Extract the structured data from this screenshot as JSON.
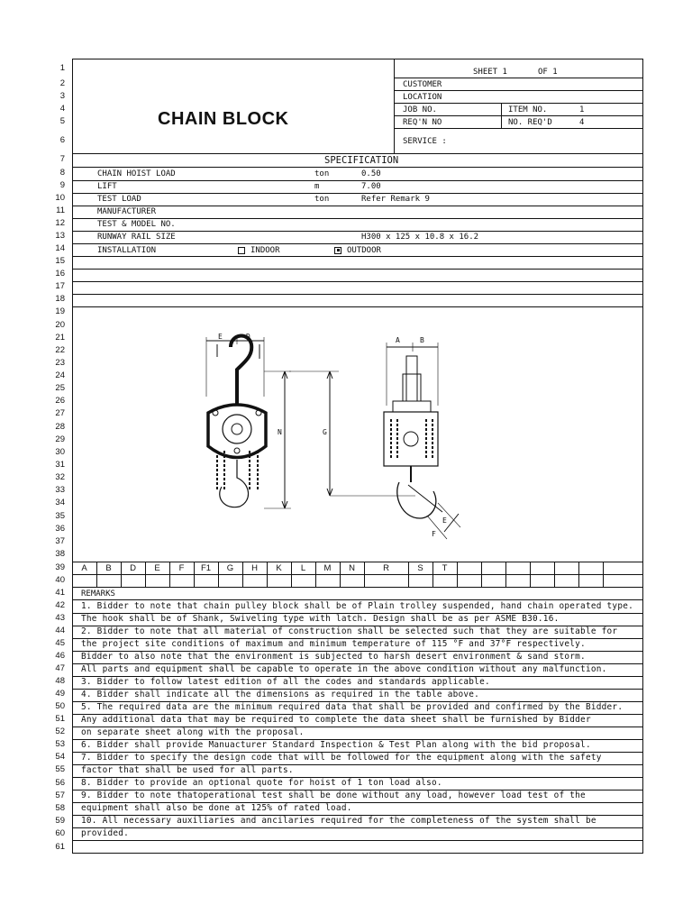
{
  "line_numbers": [
    "1",
    "2",
    "3",
    "4",
    "5",
    "6",
    "7",
    "8",
    "9",
    "10",
    "11",
    "12",
    "13",
    "14",
    "15",
    "16",
    "17",
    "18",
    "19",
    "20",
    "21",
    "22",
    "23",
    "24",
    "25",
    "26",
    "27",
    "28",
    "29",
    "30",
    "31",
    "32",
    "33",
    "34",
    "35",
    "36",
    "37",
    "38",
    "39",
    "40",
    "41",
    "42",
    "43",
    "44",
    "45",
    "46",
    "47",
    "48",
    "49",
    "50",
    "51",
    "52",
    "53",
    "54",
    "55",
    "56",
    "57",
    "58",
    "59",
    "60",
    "61"
  ],
  "header": {
    "title": "CHAIN  BLOCK",
    "sheet_label": "SHEET 1",
    "of_label": "OF  1",
    "customer_label": "CUSTOMER",
    "location_label": "LOCATION",
    "job_no_label": "JOB NO.",
    "item_no_label": "ITEM NO.",
    "item_no_value": "1",
    "reqn_no_label": "REQ'N NO",
    "no_reqd_label": "NO. REQ'D",
    "no_reqd_value": "4",
    "service_label": "SERVICE   :"
  },
  "specification": {
    "heading": "SPECIFICATION",
    "rows": [
      {
        "label": "CHAIN HOIST LOAD",
        "unit": "ton",
        "value": "0.50"
      },
      {
        "label": "LIFT",
        "unit": "m",
        "value": "7.00"
      },
      {
        "label": "TEST LOAD",
        "unit": "ton",
        "value": "Refer Remark 9"
      },
      {
        "label": "MANUFACTURER",
        "unit": "",
        "value": ""
      },
      {
        "label": "TEST & MODEL NO.",
        "unit": "",
        "value": ""
      },
      {
        "label": "RUNWAY RAIL SIZE",
        "unit": "",
        "value": "H300 x 125 x 10.8 x 16.2"
      }
    ],
    "installation_label": "INSTALLATION",
    "indoor_label": "INDOOR",
    "outdoor_label": "OUTDOOR",
    "indoor_checked": false,
    "outdoor_checked": true
  },
  "drawing_labels": {
    "front_top_left": "E",
    "front_top_right": "D",
    "front_height": "N",
    "side_height": "G",
    "side_top_left": "A",
    "side_top_right": "B",
    "side_diag_1": "F",
    "side_diag_2": "E"
  },
  "dimension_headers": [
    "A",
    "B",
    "D",
    "E",
    "F",
    "F1",
    "G",
    "H",
    "K",
    "L",
    "M",
    "N",
    "R",
    "S",
    "T"
  ],
  "remarks": {
    "heading": "REMARKS",
    "lines": [
      "1. Bidder to note that chain pulley block shall be of Plain trolley suspended, hand chain operated type.",
      "   The hook shall be of Shank, Swiveling type with latch. Design shall be as per ASME B30.16.",
      "2. Bidder to note that all material of construction shall be selected such that they are suitable for",
      "   the project site conditions of maximum and minimum temperature of 115 °F and 37°F respectively.",
      "   Bidder to also note that the environment is subjected to harsh desert environment & sand storm.",
      "   All parts and equipment shall be capable to operate in the above condition without any malfunction.",
      "3. Bidder to follow latest edition of all the codes and standards applicable.",
      "4. Bidder shall indicate all the dimensions as required in the table above.",
      "5. The required data are the minimum required data that shall be provided and confirmed by the Bidder.",
      "   Any additional data that may be required to complete the data sheet shall be furnished by Bidder",
      "   on separate sheet along with the proposal.",
      "6. Bidder shall provide Manuacturer Standard Inspection & Test Plan along with the bid proposal.",
      "7. Bidder to specify the design code that will be followed for the equipment along with the safety",
      "   factor that shall be used for all parts.",
      "8. Bidder to provide an optional quote for hoist of 1 ton load also.",
      "9. Bidder to note thatoperational test shall be done without any load, however load test of the",
      "   equipment shall also be done at 125% of rated load.",
      "10. All necessary auxiliaries and ancilaries required for the completeness of the system shall be",
      "   provided."
    ]
  }
}
